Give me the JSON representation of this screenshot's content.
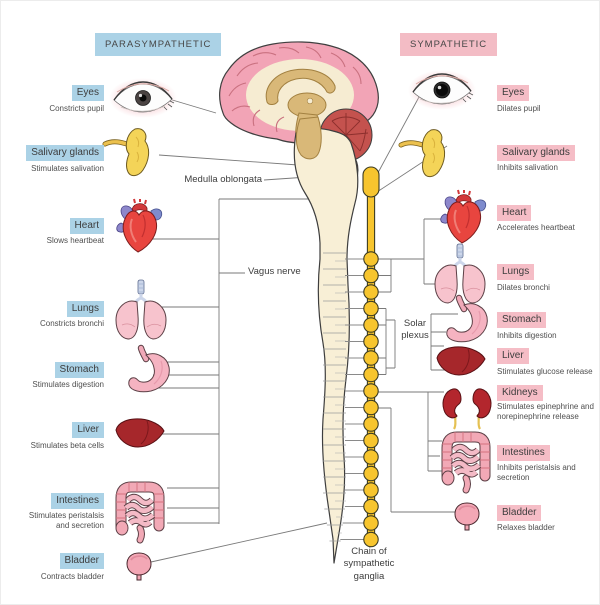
{
  "para": {
    "header": "PARASYMPATHETIC",
    "items": [
      {
        "organ": "Eyes",
        "effect": "Constricts pupil"
      },
      {
        "organ": "Salivary glands",
        "effect": "Stimulates salivation"
      },
      {
        "organ": "Heart",
        "effect": "Slows heartbeat"
      },
      {
        "organ": "Lungs",
        "effect": "Constricts bronchi"
      },
      {
        "organ": "Stomach",
        "effect": "Stimulates digestion"
      },
      {
        "organ": "Liver",
        "effect": "Stimulates beta cells"
      },
      {
        "organ": "Intestines",
        "effect": "Stimulates peristalsis and secretion"
      },
      {
        "organ": "Bladder",
        "effect": "Contracts bladder"
      }
    ]
  },
  "sym": {
    "header": "SYMPATHETIC",
    "items": [
      {
        "organ": "Eyes",
        "effect": "Dilates pupil"
      },
      {
        "organ": "Salivary glands",
        "effect": "Inhibits salivation"
      },
      {
        "organ": "Heart",
        "effect": "Accelerates heartbeat"
      },
      {
        "organ": "Lungs",
        "effect": "Dilates bronchi"
      },
      {
        "organ": "Stomach",
        "effect": "Inhibits digestion"
      },
      {
        "organ": "Liver",
        "effect": "Stimulates glucose release"
      },
      {
        "organ": "Kidneys",
        "effect": "Stimulates epinephrine and norepinephrine release"
      },
      {
        "organ": "Intestines",
        "effect": "Inhibits peristalsis and secretion"
      },
      {
        "organ": "Bladder",
        "effect": "Relaxes bladder"
      }
    ]
  },
  "center": {
    "medulla": "Medulla oblongata",
    "vagus": "Vagus nerve",
    "solar": "Solar plexus",
    "chain": "Chain of sympathetic ganglia"
  },
  "illustrations": [
    "brain",
    "spinal-cord",
    "sympathetic-chain",
    "eye",
    "salivary-gland",
    "heart",
    "lungs",
    "stomach",
    "liver",
    "kidneys",
    "intestines",
    "bladder"
  ],
  "colors": {
    "parasympathetic_label_bg": "#abd2e6",
    "sympathetic_label_bg": "#f5bdc6",
    "connector_line": "#7a7a7a",
    "spinal_cord_fill": "#f8efd6",
    "chain_yellow": "#f7c52e",
    "brain_pink": "#f2a4b6",
    "cerebellum_red": "#c4524e",
    "inner_brain_tan": "#d9b878",
    "organ_pink": "#f6b6c2",
    "organ_red": "#a6272b",
    "text_dark": "#3d3d3d",
    "caption_gray": "#4f4f4f"
  }
}
